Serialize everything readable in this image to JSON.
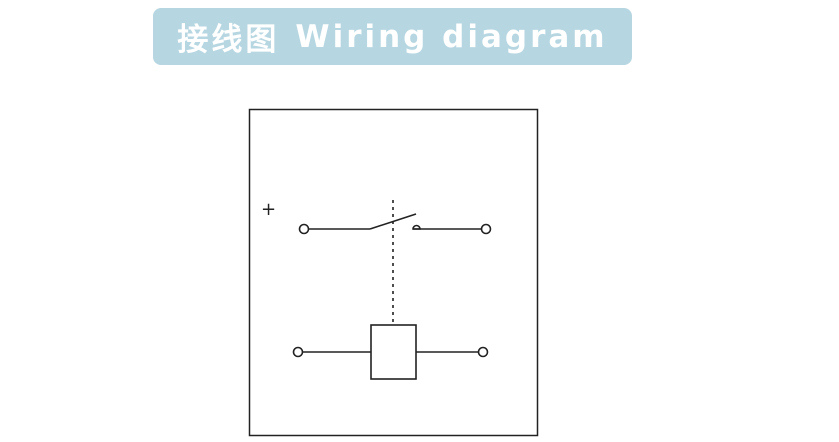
{
  "title": {
    "cn": "接线图",
    "en": "Wiring diagram"
  },
  "diagram": {
    "polarity_label": "+",
    "components": [
      "normally-open-switch",
      "relay-coil",
      "mechanical-linkage"
    ]
  },
  "colors": {
    "banner": "#b6d6e1",
    "line": "#222222"
  }
}
